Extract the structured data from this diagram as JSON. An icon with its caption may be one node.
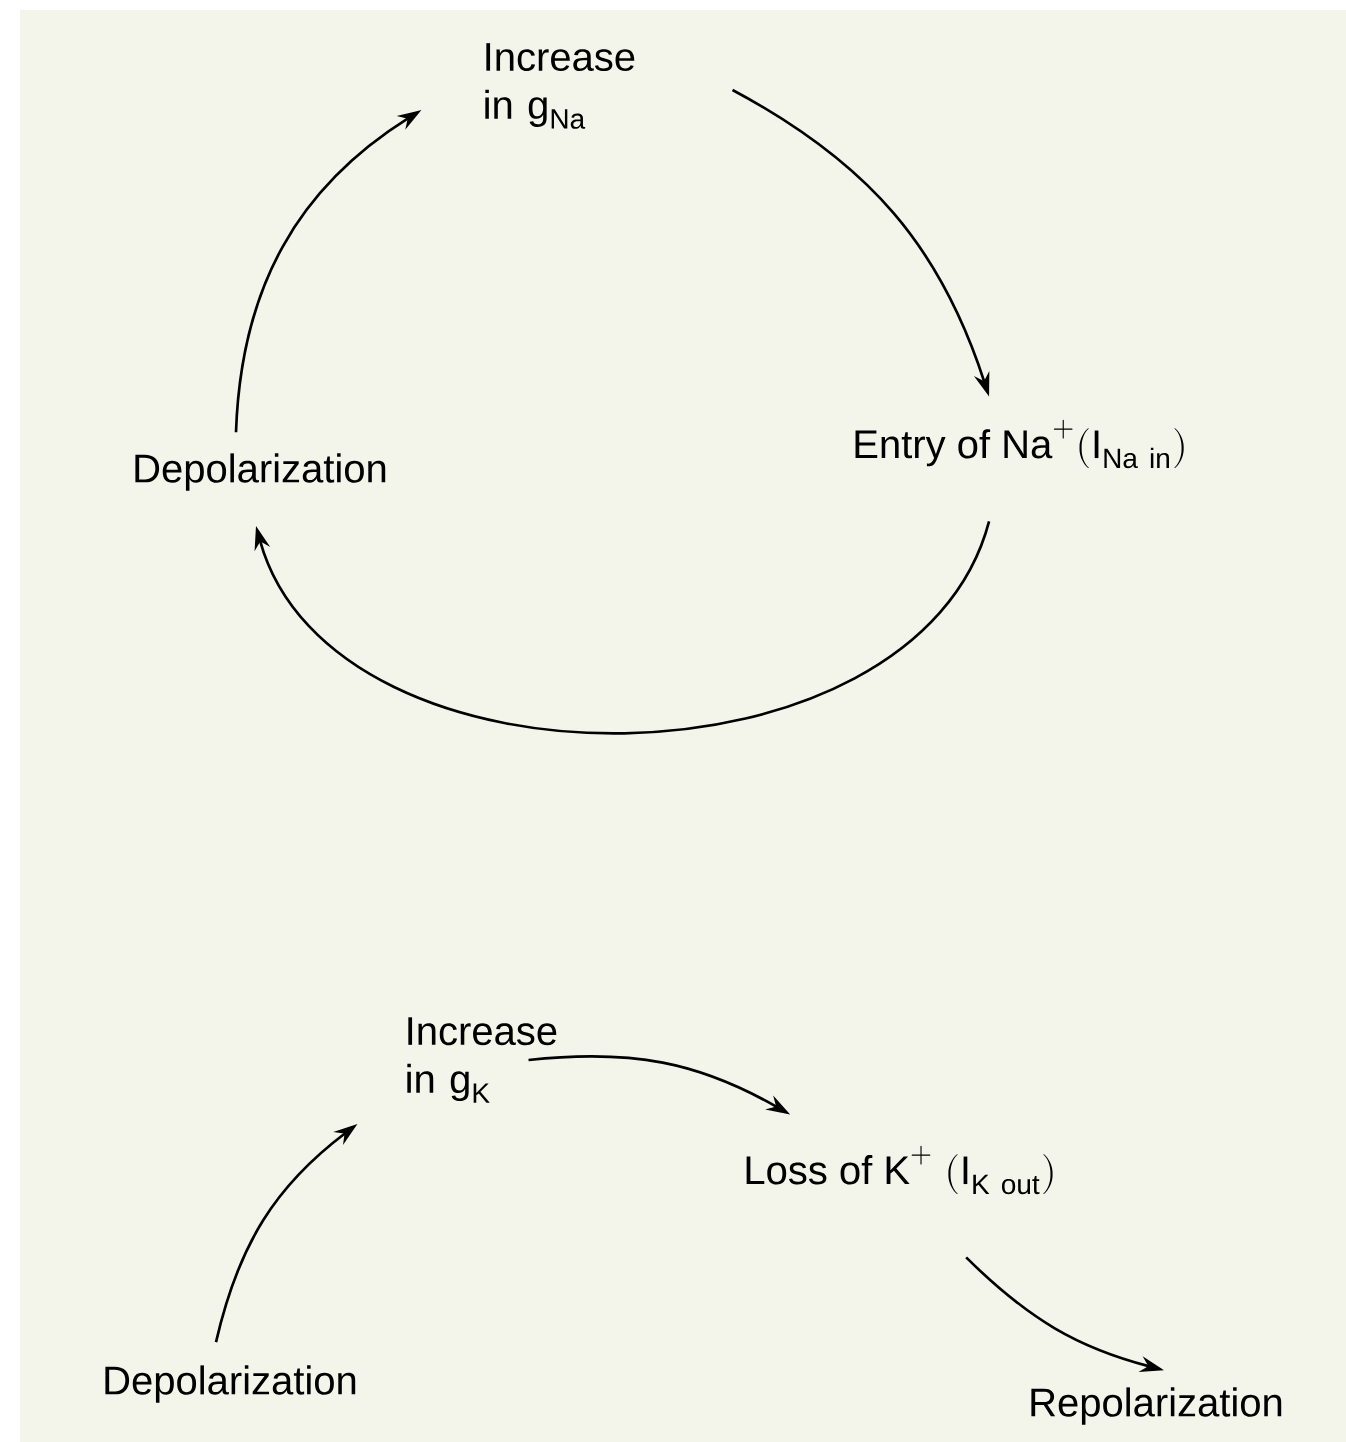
{
  "diagram": {
    "nodes": [
      {
        "text": [
          "Increase in g$_{Na}$"
        ]
      },
      {
        "text": [
          "\\mathrm{Entry\\ of\\ Na}^{+}(\\mathrm{I}_{\\mathrm{Na\\ in}})"
        ]
      },
      {
        "text": [
          "Depolarization"
        ]
      },
      {
        "text": [
          "Increase in g$_{K}$"
        ]
      },
      {
        "text": [
          "\\mathrm{Loss\\ of\\ K}^{+}\\ (\\mathrm{I}_{\\mathrm{K\\ out}})"
        ]
      },
      {
        "text": [
          "Depolarization"
        ]
      },
      {
        "text": [
          "Repolarization"
        ]
      }
    ],
    "edges": [
      {
        "from": 0,
        "to": 1,
        "arrow": "to"
      },
      {
        "from": 1,
        "to": 2,
        "arrow": "to"
      },
      {
        "from": 2,
        "to": 0,
        "arrow": "to"
      },
      {
        "from": 5,
        "to": 3,
        "arrow": "to"
      },
      {
        "from": 3,
        "to": 4,
        "arrow": "to"
      },
      {
        "from": 4,
        "to": 6,
        "arrow": "to"
      }
    ]
  }
}
